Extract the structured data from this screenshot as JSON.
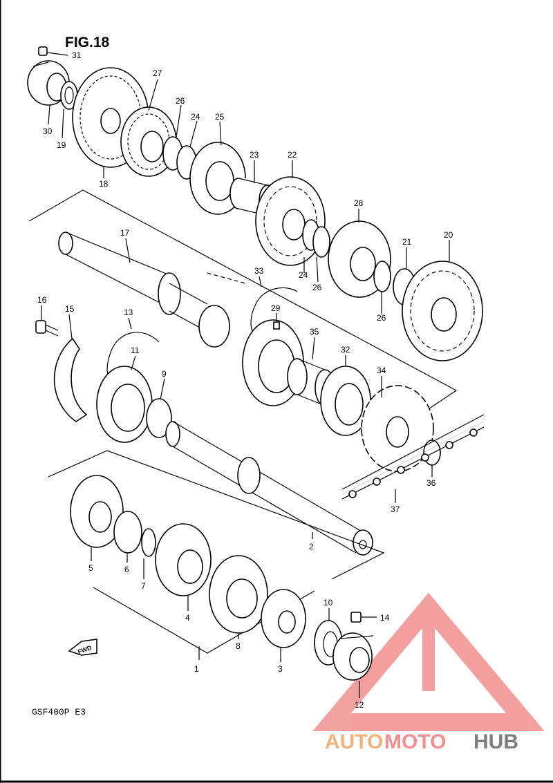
{
  "figure": {
    "title": "FIG.18",
    "model": "GSF400P  E3"
  },
  "direction_badge": "FWD",
  "watermark": {
    "part1": "AUTO",
    "part2": "MOTO",
    "part3": "HUB",
    "colors": {
      "a": "#f2b27b",
      "b": "#f09090",
      "c": "#7d7d7d",
      "logo": "#ef8080"
    }
  },
  "callouts": [
    {
      "id": "31",
      "text": "31"
    },
    {
      "id": "27",
      "text": "27"
    },
    {
      "id": "26a",
      "text": "26"
    },
    {
      "id": "24a",
      "text": "24"
    },
    {
      "id": "25",
      "text": "25"
    },
    {
      "id": "30",
      "text": "30"
    },
    {
      "id": "19",
      "text": "19"
    },
    {
      "id": "18",
      "text": "18"
    },
    {
      "id": "23",
      "text": "23"
    },
    {
      "id": "22",
      "text": "22"
    },
    {
      "id": "28",
      "text": "28"
    },
    {
      "id": "21",
      "text": "21"
    },
    {
      "id": "20",
      "text": "20"
    },
    {
      "id": "17",
      "text": "17"
    },
    {
      "id": "24b",
      "text": "24"
    },
    {
      "id": "26b",
      "text": "26"
    },
    {
      "id": "26c",
      "text": "26"
    },
    {
      "id": "33",
      "text": "33"
    },
    {
      "id": "16",
      "text": "16"
    },
    {
      "id": "15",
      "text": "15"
    },
    {
      "id": "13",
      "text": "13"
    },
    {
      "id": "29",
      "text": "29"
    },
    {
      "id": "35",
      "text": "35"
    },
    {
      "id": "32",
      "text": "32"
    },
    {
      "id": "34",
      "text": "34"
    },
    {
      "id": "11",
      "text": "11"
    },
    {
      "id": "9",
      "text": "9"
    },
    {
      "id": "36",
      "text": "36"
    },
    {
      "id": "37",
      "text": "37"
    },
    {
      "id": "2",
      "text": "2"
    },
    {
      "id": "5",
      "text": "5"
    },
    {
      "id": "6",
      "text": "6"
    },
    {
      "id": "7",
      "text": "7"
    },
    {
      "id": "4",
      "text": "4"
    },
    {
      "id": "8",
      "text": "8"
    },
    {
      "id": "3",
      "text": "3"
    },
    {
      "id": "1",
      "text": "1"
    },
    {
      "id": "10",
      "text": "10"
    },
    {
      "id": "14",
      "text": "14"
    },
    {
      "id": "12",
      "text": "12"
    }
  ]
}
